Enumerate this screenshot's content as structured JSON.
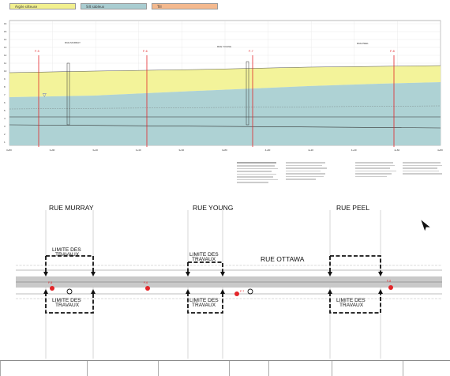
{
  "legend": [
    {
      "label": "Argile silteuse",
      "color": "#f2f08e"
    },
    {
      "label": "Silt sableux",
      "color": "#a9cdd1"
    },
    {
      "label": "Till",
      "color": "#f4b98e"
    }
  ],
  "profile": {
    "soil_colors": {
      "clay": "#f3f39a",
      "silt": "#aed2d4",
      "till": "#f5bb90"
    },
    "elevation_ticks": [
      "16",
      "15",
      "14",
      "13",
      "12",
      "11",
      "10",
      "9",
      "8",
      "7",
      "6",
      "5",
      "4",
      "3",
      "2",
      "1"
    ],
    "chainage_ticks": [
      "3+80",
      "3+90",
      "3+20",
      "3+40",
      "3+60",
      "3+80",
      "4+00",
      "4+20",
      "4+40",
      "4+60",
      "4+80"
    ],
    "street_labels": [
      "RUE MURRAY",
      "RUE YOUNG",
      "RUE PEEL"
    ],
    "boreholes": [
      "F-5",
      "F-6",
      "F-7",
      "F-8"
    ]
  },
  "plan": {
    "streets": {
      "murray": "RUE MURRAY",
      "young": "RUE YOUNG",
      "peel": "RUE PEEL",
      "ottawa": "RUE OTTAWA"
    },
    "limits": [
      {
        "line1": "LIMITE DES",
        "line2": "TRAVAUX"
      },
      {
        "line1": "LIMITE DES",
        "line2": "TRAVAUX"
      },
      {
        "line1": "LIMITE DES",
        "line2": "TRAVAUX"
      },
      {
        "line1": "LIMITE DES",
        "line2": "TRAVAUX"
      },
      {
        "line1": "LIMITE DES",
        "line2": "TRAVAUX"
      }
    ],
    "boreholes": [
      "F-5",
      "F-6",
      "F-7",
      "F-8"
    ]
  },
  "colors": {
    "borehole": "#e3262a",
    "road": "#c9c9c9",
    "limit": "#111111"
  }
}
